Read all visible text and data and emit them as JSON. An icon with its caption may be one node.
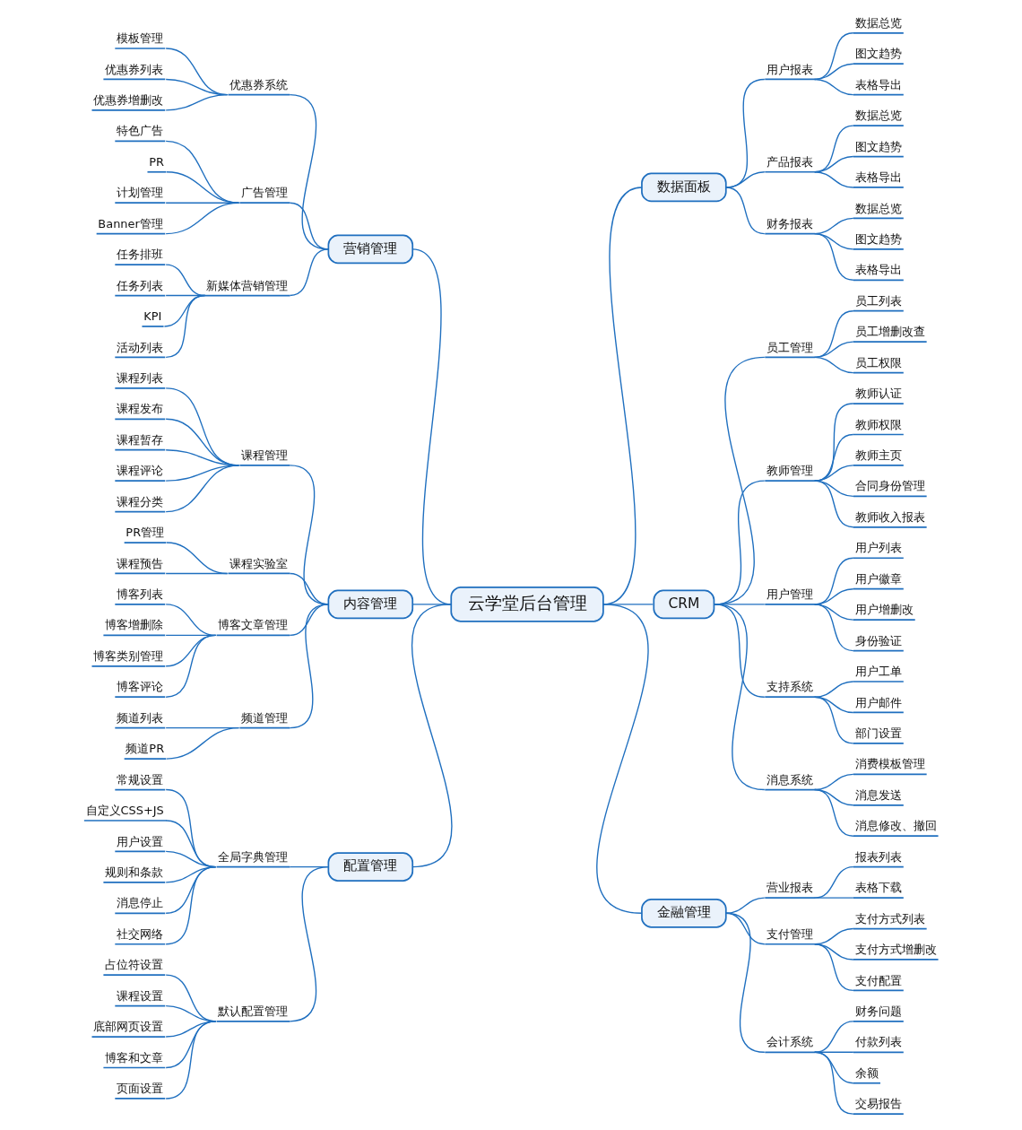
{
  "diagram": {
    "nodes": [
      {
        "text": [
          "云学堂后台管理"
        ]
      },
      {
        "text": [
          "营销管理"
        ]
      },
      {
        "text": [
          "优惠券系统"
        ]
      },
      {
        "text": [
          "模板管理"
        ]
      },
      {
        "text": [
          "优惠券列表"
        ]
      },
      {
        "text": [
          "优惠券增删改"
        ]
      },
      {
        "text": [
          "广告管理"
        ]
      },
      {
        "text": [
          "特色广告"
        ]
      },
      {
        "text": [
          "PR"
        ]
      },
      {
        "text": [
          "计划管理"
        ]
      },
      {
        "text": [
          "Banner管理"
        ]
      },
      {
        "text": [
          "新媒体营销管理"
        ]
      },
      {
        "text": [
          "任务排班"
        ]
      },
      {
        "text": [
          "任务列表"
        ]
      },
      {
        "text": [
          "KPI"
        ]
      },
      {
        "text": [
          "活动列表"
        ]
      },
      {
        "text": [
          "内容管理"
        ]
      },
      {
        "text": [
          "课程管理"
        ]
      },
      {
        "text": [
          "课程列表"
        ]
      },
      {
        "text": [
          "课程发布"
        ]
      },
      {
        "text": [
          "课程暂存"
        ]
      },
      {
        "text": [
          "课程评论"
        ]
      },
      {
        "text": [
          "课程分类"
        ]
      },
      {
        "text": [
          "课程实验室"
        ]
      },
      {
        "text": [
          "PR管理"
        ]
      },
      {
        "text": [
          "课程预告"
        ]
      },
      {
        "text": [
          "博客文章管理"
        ]
      },
      {
        "text": [
          "博客列表"
        ]
      },
      {
        "text": [
          "博客增删除"
        ]
      },
      {
        "text": [
          "博客类别管理"
        ]
      },
      {
        "text": [
          "博客评论"
        ]
      },
      {
        "text": [
          "频道管理"
        ]
      },
      {
        "text": [
          "频道列表"
        ]
      },
      {
        "text": [
          "频道PR"
        ]
      },
      {
        "text": [
          "配置管理"
        ]
      },
      {
        "text": [
          "全局字典管理"
        ]
      },
      {
        "text": [
          "常规设置"
        ]
      },
      {
        "text": [
          "自定义CSS+JS"
        ]
      },
      {
        "text": [
          "用户设置"
        ]
      },
      {
        "text": [
          "规则和条款"
        ]
      },
      {
        "text": [
          "消息停止"
        ]
      },
      {
        "text": [
          "社交网络"
        ]
      },
      {
        "text": [
          "默认配置管理"
        ]
      },
      {
        "text": [
          "占位符设置"
        ]
      },
      {
        "text": [
          "课程设置"
        ]
      },
      {
        "text": [
          "底部网页设置"
        ]
      },
      {
        "text": [
          "博客和文章"
        ]
      },
      {
        "text": [
          "页面设置"
        ]
      },
      {
        "text": [
          "数据面板"
        ]
      },
      {
        "text": [
          "用户报表"
        ]
      },
      {
        "text": [
          "数据总览"
        ]
      },
      {
        "text": [
          "图文趋势"
        ]
      },
      {
        "text": [
          "表格导出"
        ]
      },
      {
        "text": [
          "产品报表"
        ]
      },
      {
        "text": [
          "数据总览"
        ]
      },
      {
        "text": [
          "图文趋势"
        ]
      },
      {
        "text": [
          "表格导出"
        ]
      },
      {
        "text": [
          "财务报表"
        ]
      },
      {
        "text": [
          "数据总览"
        ]
      },
      {
        "text": [
          "图文趋势"
        ]
      },
      {
        "text": [
          "表格导出"
        ]
      },
      {
        "text": [
          "CRM"
        ]
      },
      {
        "text": [
          "员工管理"
        ]
      },
      {
        "text": [
          "员工列表"
        ]
      },
      {
        "text": [
          "员工增删改查"
        ]
      },
      {
        "text": [
          "员工权限"
        ]
      },
      {
        "text": [
          "教师管理"
        ]
      },
      {
        "text": [
          "教师认证"
        ]
      },
      {
        "text": [
          "教师权限"
        ]
      },
      {
        "text": [
          "教师主页"
        ]
      },
      {
        "text": [
          "合同身份管理"
        ]
      },
      {
        "text": [
          "教师收入报表"
        ]
      },
      {
        "text": [
          "用户管理"
        ]
      },
      {
        "text": [
          "用户列表"
        ]
      },
      {
        "text": [
          "用户徽章"
        ]
      },
      {
        "text": [
          "用户增删改"
        ]
      },
      {
        "text": [
          "身份验证"
        ]
      },
      {
        "text": [
          "支持系统"
        ]
      },
      {
        "text": [
          "用户工单"
        ]
      },
      {
        "text": [
          "用户邮件"
        ]
      },
      {
        "text": [
          "部门设置"
        ]
      },
      {
        "text": [
          "消息系统"
        ]
      },
      {
        "text": [
          "消费模板管理"
        ]
      },
      {
        "text": [
          "消息发送"
        ]
      },
      {
        "text": [
          "消息修改、撤回"
        ]
      },
      {
        "text": [
          "金融管理"
        ]
      },
      {
        "text": [
          "营业报表"
        ]
      },
      {
        "text": [
          "报表列表"
        ]
      },
      {
        "text": [
          "表格下载"
        ]
      },
      {
        "text": [
          "支付管理"
        ]
      },
      {
        "text": [
          "支付方式列表"
        ]
      },
      {
        "text": [
          "支付方式增删改"
        ]
      },
      {
        "text": [
          "支付配置"
        ]
      },
      {
        "text": [
          "会计系统"
        ]
      },
      {
        "text": [
          "财务问题"
        ]
      },
      {
        "text": [
          "付款列表"
        ]
      },
      {
        "text": [
          "余额"
        ]
      },
      {
        "text": [
          "交易报告"
        ]
      }
    ],
    "edges": [
      {
        "from": 1,
        "to": 0,
        "arrow": "none"
      },
      {
        "from": 2,
        "to": 1,
        "arrow": "none"
      },
      {
        "from": 3,
        "to": 2,
        "arrow": "none"
      },
      {
        "from": 4,
        "to": 2,
        "arrow": "none"
      },
      {
        "from": 5,
        "to": 2,
        "arrow": "none"
      },
      {
        "from": 6,
        "to": 1,
        "arrow": "none"
      },
      {
        "from": 7,
        "to": 6,
        "arrow": "none"
      },
      {
        "from": 8,
        "to": 6,
        "arrow": "none"
      },
      {
        "from": 9,
        "to": 6,
        "arrow": "none"
      },
      {
        "from": 10,
        "to": 6,
        "arrow": "none"
      },
      {
        "from": 11,
        "to": 1,
        "arrow": "none"
      },
      {
        "from": 12,
        "to": 11,
        "arrow": "none"
      },
      {
        "from": 13,
        "to": 11,
        "arrow": "none"
      },
      {
        "from": 14,
        "to": 11,
        "arrow": "none"
      },
      {
        "from": 15,
        "to": 11,
        "arrow": "none"
      },
      {
        "from": 16,
        "to": 0,
        "arrow": "none"
      },
      {
        "from": 17,
        "to": 16,
        "arrow": "none"
      },
      {
        "from": 18,
        "to": 17,
        "arrow": "none"
      },
      {
        "from": 19,
        "to": 17,
        "arrow": "none"
      },
      {
        "from": 20,
        "to": 17,
        "arrow": "none"
      },
      {
        "from": 21,
        "to": 17,
        "arrow": "none"
      },
      {
        "from": 22,
        "to": 17,
        "arrow": "none"
      },
      {
        "from": 23,
        "to": 16,
        "arrow": "none"
      },
      {
        "from": 24,
        "to": 23,
        "arrow": "none"
      },
      {
        "from": 25,
        "to": 23,
        "arrow": "none"
      },
      {
        "from": 26,
        "to": 16,
        "arrow": "none"
      },
      {
        "from": 27,
        "to": 26,
        "arrow": "none"
      },
      {
        "from": 28,
        "to": 26,
        "arrow": "none"
      },
      {
        "from": 29,
        "to": 26,
        "arrow": "none"
      },
      {
        "from": 30,
        "to": 26,
        "arrow": "none"
      },
      {
        "from": 31,
        "to": 16,
        "arrow": "none"
      },
      {
        "from": 32,
        "to": 31,
        "arrow": "none"
      },
      {
        "from": 33,
        "to": 31,
        "arrow": "none"
      },
      {
        "from": 34,
        "to": 0,
        "arrow": "none"
      },
      {
        "from": 35,
        "to": 34,
        "arrow": "none"
      },
      {
        "from": 36,
        "to": 35,
        "arrow": "none"
      },
      {
        "from": 37,
        "to": 35,
        "arrow": "none"
      },
      {
        "from": 38,
        "to": 35,
        "arrow": "none"
      },
      {
        "from": 39,
        "to": 35,
        "arrow": "none"
      },
      {
        "from": 40,
        "to": 35,
        "arrow": "none"
      },
      {
        "from": 41,
        "to": 35,
        "arrow": "none"
      },
      {
        "from": 42,
        "to": 34,
        "arrow": "none"
      },
      {
        "from": 43,
        "to": 42,
        "arrow": "none"
      },
      {
        "from": 44,
        "to": 42,
        "arrow": "none"
      },
      {
        "from": 45,
        "to": 42,
        "arrow": "none"
      },
      {
        "from": 46,
        "to": 42,
        "arrow": "none"
      },
      {
        "from": 47,
        "to": 42,
        "arrow": "none"
      },
      {
        "from": 0,
        "to": 48,
        "arrow": "none"
      },
      {
        "from": 48,
        "to": 49,
        "arrow": "none"
      },
      {
        "from": 49,
        "to": 50,
        "arrow": "none"
      },
      {
        "from": 49,
        "to": 51,
        "arrow": "none"
      },
      {
        "from": 49,
        "to": 52,
        "arrow": "none"
      },
      {
        "from": 48,
        "to": 53,
        "arrow": "none"
      },
      {
        "from": 53,
        "to": 54,
        "arrow": "none"
      },
      {
        "from": 53,
        "to": 55,
        "arrow": "none"
      },
      {
        "from": 53,
        "to": 56,
        "arrow": "none"
      },
      {
        "from": 48,
        "to": 57,
        "arrow": "none"
      },
      {
        "from": 57,
        "to": 58,
        "arrow": "none"
      },
      {
        "from": 57,
        "to": 59,
        "arrow": "none"
      },
      {
        "from": 57,
        "to": 60,
        "arrow": "none"
      },
      {
        "from": 0,
        "to": 61,
        "arrow": "none"
      },
      {
        "from": 61,
        "to": 62,
        "arrow": "none"
      },
      {
        "from": 62,
        "to": 63,
        "arrow": "none"
      },
      {
        "from": 62,
        "to": 64,
        "arrow": "none"
      },
      {
        "from": 62,
        "to": 65,
        "arrow": "none"
      },
      {
        "from": 61,
        "to": 66,
        "arrow": "none"
      },
      {
        "from": 66,
        "to": 67,
        "arrow": "none"
      },
      {
        "from": 66,
        "to": 68,
        "arrow": "none"
      },
      {
        "from": 66,
        "to": 69,
        "arrow": "none"
      },
      {
        "from": 66,
        "to": 70,
        "arrow": "none"
      },
      {
        "from": 66,
        "to": 71,
        "arrow": "none"
      },
      {
        "from": 61,
        "to": 72,
        "arrow": "none"
      },
      {
        "from": 72,
        "to": 73,
        "arrow": "none"
      },
      {
        "from": 72,
        "to": 74,
        "arrow": "none"
      },
      {
        "from": 72,
        "to": 75,
        "arrow": "none"
      },
      {
        "from": 72,
        "to": 76,
        "arrow": "none"
      },
      {
        "from": 61,
        "to": 77,
        "arrow": "none"
      },
      {
        "from": 77,
        "to": 78,
        "arrow": "none"
      },
      {
        "from": 77,
        "to": 79,
        "arrow": "none"
      },
      {
        "from": 77,
        "to": 80,
        "arrow": "none"
      },
      {
        "from": 61,
        "to": 81,
        "arrow": "none"
      },
      {
        "from": 81,
        "to": 82,
        "arrow": "none"
      },
      {
        "from": 81,
        "to": 83,
        "arrow": "none"
      },
      {
        "from": 81,
        "to": 84,
        "arrow": "none"
      },
      {
        "from": 0,
        "to": 85,
        "arrow": "none"
      },
      {
        "from": 85,
        "to": 86,
        "arrow": "none"
      },
      {
        "from": 86,
        "to": 87,
        "arrow": "none"
      },
      {
        "from": 86,
        "to": 88,
        "arrow": "none"
      },
      {
        "from": 85,
        "to": 89,
        "arrow": "none"
      },
      {
        "from": 89,
        "to": 90,
        "arrow": "none"
      },
      {
        "from": 89,
        "to": 91,
        "arrow": "none"
      },
      {
        "from": 89,
        "to": 92,
        "arrow": "none"
      },
      {
        "from": 85,
        "to": 93,
        "arrow": "none"
      },
      {
        "from": 93,
        "to": 94,
        "arrow": "none"
      },
      {
        "from": 93,
        "to": 95,
        "arrow": "none"
      },
      {
        "from": 93,
        "to": 96,
        "arrow": "none"
      },
      {
        "from": 93,
        "to": 97,
        "arrow": "none"
      }
    ]
  }
}
